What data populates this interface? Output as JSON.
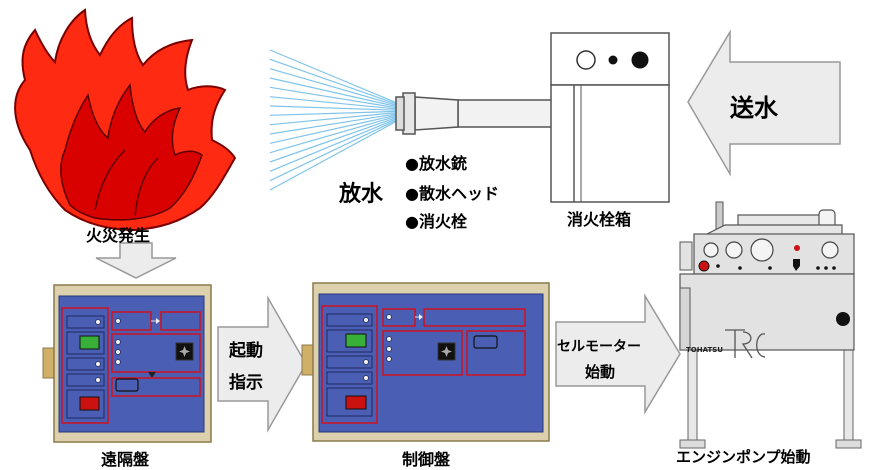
{
  "labels": {
    "fire": "火災発生",
    "discharge": "放水",
    "nozzle_list": [
      "●放水銃",
      "●散水ヘッド",
      "●消火栓"
    ],
    "hydrant_box": "消火栓箱",
    "water_supply": "送水",
    "start_instruction_line1": "起動",
    "start_instruction_line2": "指示",
    "cell_motor_line1": "セルモーター",
    "cell_motor_line2": "始動",
    "remote_panel": "遠隔盤",
    "control_panel": "制御盤",
    "engine_pump_start": "エンジンポンプ始動"
  },
  "colors": {
    "fire_outer": "#ff2a12",
    "fire_inner": "#d90000",
    "panel_blue": "#4a5fb4",
    "panel_frame": "#dcd0ad",
    "panel_border": "#8a7a4a",
    "module_red": "#d01020",
    "arrow_fill": "#ececec",
    "arrow_stroke": "#999999",
    "spray": "#7fc4ea",
    "indicator_green": "#38b038",
    "indicator_red": "#cc1111"
  }
}
